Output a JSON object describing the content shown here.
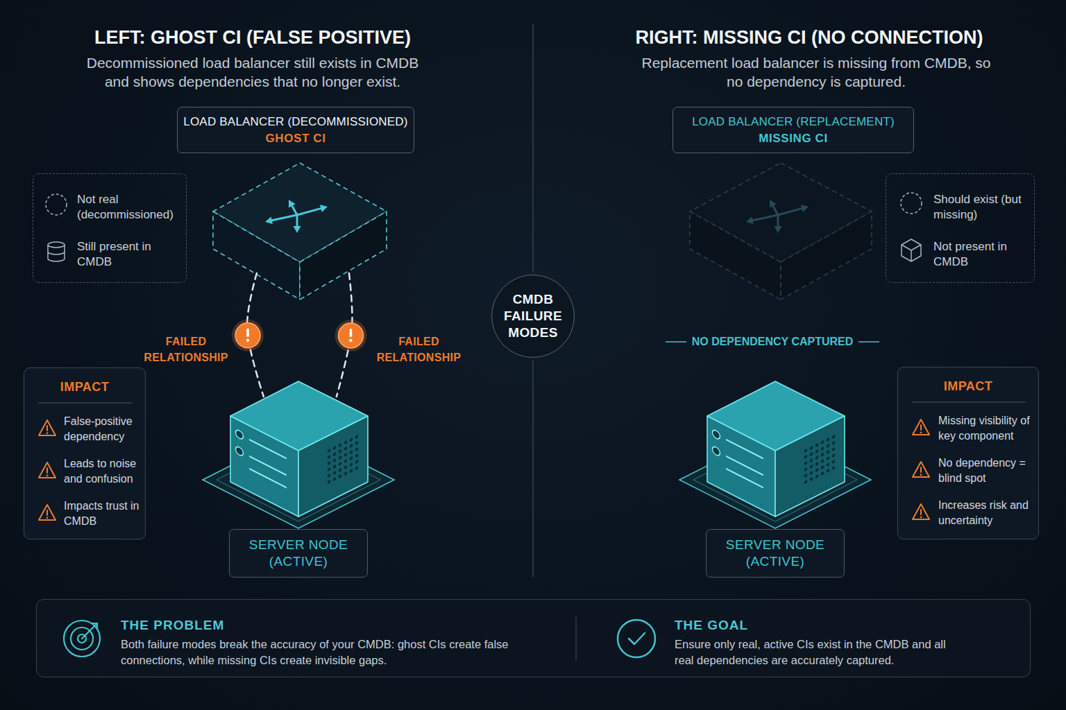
{
  "diagram": {
    "nodes": [
      {
        "text": [
          "LOAD BALANCER (DECOMMISSIONED)",
          "GHOST CI"
        ]
      },
      {
        "text": [
          "Not real (decommissioned)",
          "Still present in CMDB"
        ]
      },
      {
        "text": [
          "IMPACT",
          "False-positive dependency",
          "Leads to noise and confusion",
          "Impacts trust in CMDB"
        ]
      },
      {
        "text": [
          "SERVER NODE (ACTIVE)"
        ]
      },
      {
        "text": [
          "CMDB FAILURE MODES"
        ]
      },
      {
        "text": [
          "LOAD BALANCER (REPLACEMENT)",
          "MISSING CI"
        ]
      },
      {
        "text": [
          "Should exist (but missing)",
          "Not present in CMDB"
        ]
      },
      {
        "text": [
          "IMPACT",
          "Missing visibility of key component",
          "No dependency = blind spot",
          "Increases risk and uncertainty"
        ]
      },
      {
        "text": [
          "SERVER NODE (ACTIVE)"
        ]
      },
      {
        "text": [
          "THE PROBLEM",
          "Both failure modes break the accuracy of your CMDB: ghost CIs create false connections, while missing CIs create invisible gaps.",
          "THE GOAL",
          "Ensure only real, active CIs exist in the CMDB and all real dependencies are accurately captured."
        ]
      }
    ],
    "edges": [
      {
        "from": 0,
        "to": 3,
        "label": "FAILED RELATIONSHIP",
        "arrow": "none"
      },
      {
        "from": 0,
        "to": 3,
        "label": "FAILED RELATIONSHIP",
        "arrow": "none"
      }
    ],
    "labels": [
      "LEFT: GHOST CI (FALSE POSITIVE)",
      "Decommissioned load balancer still exists in CMDB and shows dependencies that no longer exist.",
      "RIGHT: MISSING CI (NO CONNECTION)",
      "Replacement load balancer is missing from CMDB, so no dependency is captured.",
      "NO DEPENDENCY CAPTURED"
    ]
  }
}
